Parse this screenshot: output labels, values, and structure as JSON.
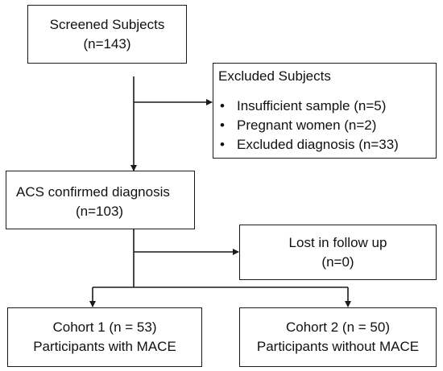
{
  "nodes": {
    "screened": {
      "line1": "Screened Subjects",
      "line2": "(n=143)"
    },
    "excluded": {
      "title": "Excluded Subjects",
      "items": [
        "Insufficient sample (n=5)",
        "Pregnant women (n=2)",
        "Excluded diagnosis (n=33)"
      ],
      "bullet": "•"
    },
    "acs": {
      "line1": "ACS confirmed diagnosis",
      "line2": "(n=103)"
    },
    "lost": {
      "line1": "Lost in follow up",
      "line2": "(n=0)"
    },
    "cohort1": {
      "line1": "Cohort 1 (n = 53)",
      "line2": "Participants with MACE"
    },
    "cohort2": {
      "line1": "Cohort 2 (n = 50)",
      "line2": "Participants without MACE"
    }
  },
  "colors": {
    "line": "#1a1a1a",
    "text": "#111111",
    "background": "#ffffff"
  }
}
